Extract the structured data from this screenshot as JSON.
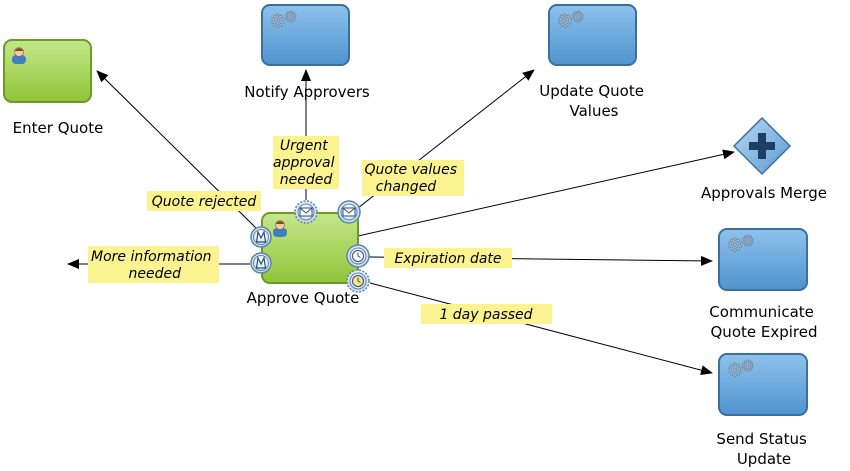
{
  "tasks": {
    "enter_quote": {
      "label": [
        "Enter Quote"
      ],
      "type": "user"
    },
    "approve_quote": {
      "label": [
        "Approve Quote"
      ],
      "type": "user"
    },
    "notify_approvers": {
      "label": [
        "Notify Approvers"
      ],
      "type": "service"
    },
    "update_quote_values": {
      "label": [
        "Update Quote",
        "Values"
      ],
      "type": "service"
    },
    "communicate_quote_expired": {
      "label": [
        "Communicate",
        "Quote Expired"
      ],
      "type": "service"
    },
    "send_status_update": {
      "label": [
        "Send Status",
        "Update"
      ],
      "type": "service"
    }
  },
  "gateway": {
    "approvals_merge": {
      "label": [
        "Approvals Merge"
      ],
      "type": "parallel"
    }
  },
  "edges": {
    "quote_rejected": {
      "label": [
        "Quote rejected"
      ],
      "event": "escalation"
    },
    "more_information_needed": {
      "label": [
        "More information",
        "needed"
      ],
      "event": "escalation"
    },
    "urgent_approval_needed": {
      "label": [
        "Urgent",
        "approval",
        "needed"
      ],
      "event": "message"
    },
    "quote_values_changed": {
      "label": [
        "Quote values",
        "changed"
      ],
      "event": "message"
    },
    "expiration_date": {
      "label": [
        "Expiration date"
      ],
      "event": "timer"
    },
    "one_day_passed": {
      "label": [
        "1 day passed"
      ],
      "event": "timer"
    },
    "to_approvals_merge": {
      "label": [],
      "event": "none"
    }
  },
  "colors": {
    "user_task_fill": "#9fd24a",
    "service_task_fill": "#6aa9dc",
    "label_highlight": "#fbf390",
    "edge": "#000000",
    "event_ring": "#5b84b1"
  }
}
